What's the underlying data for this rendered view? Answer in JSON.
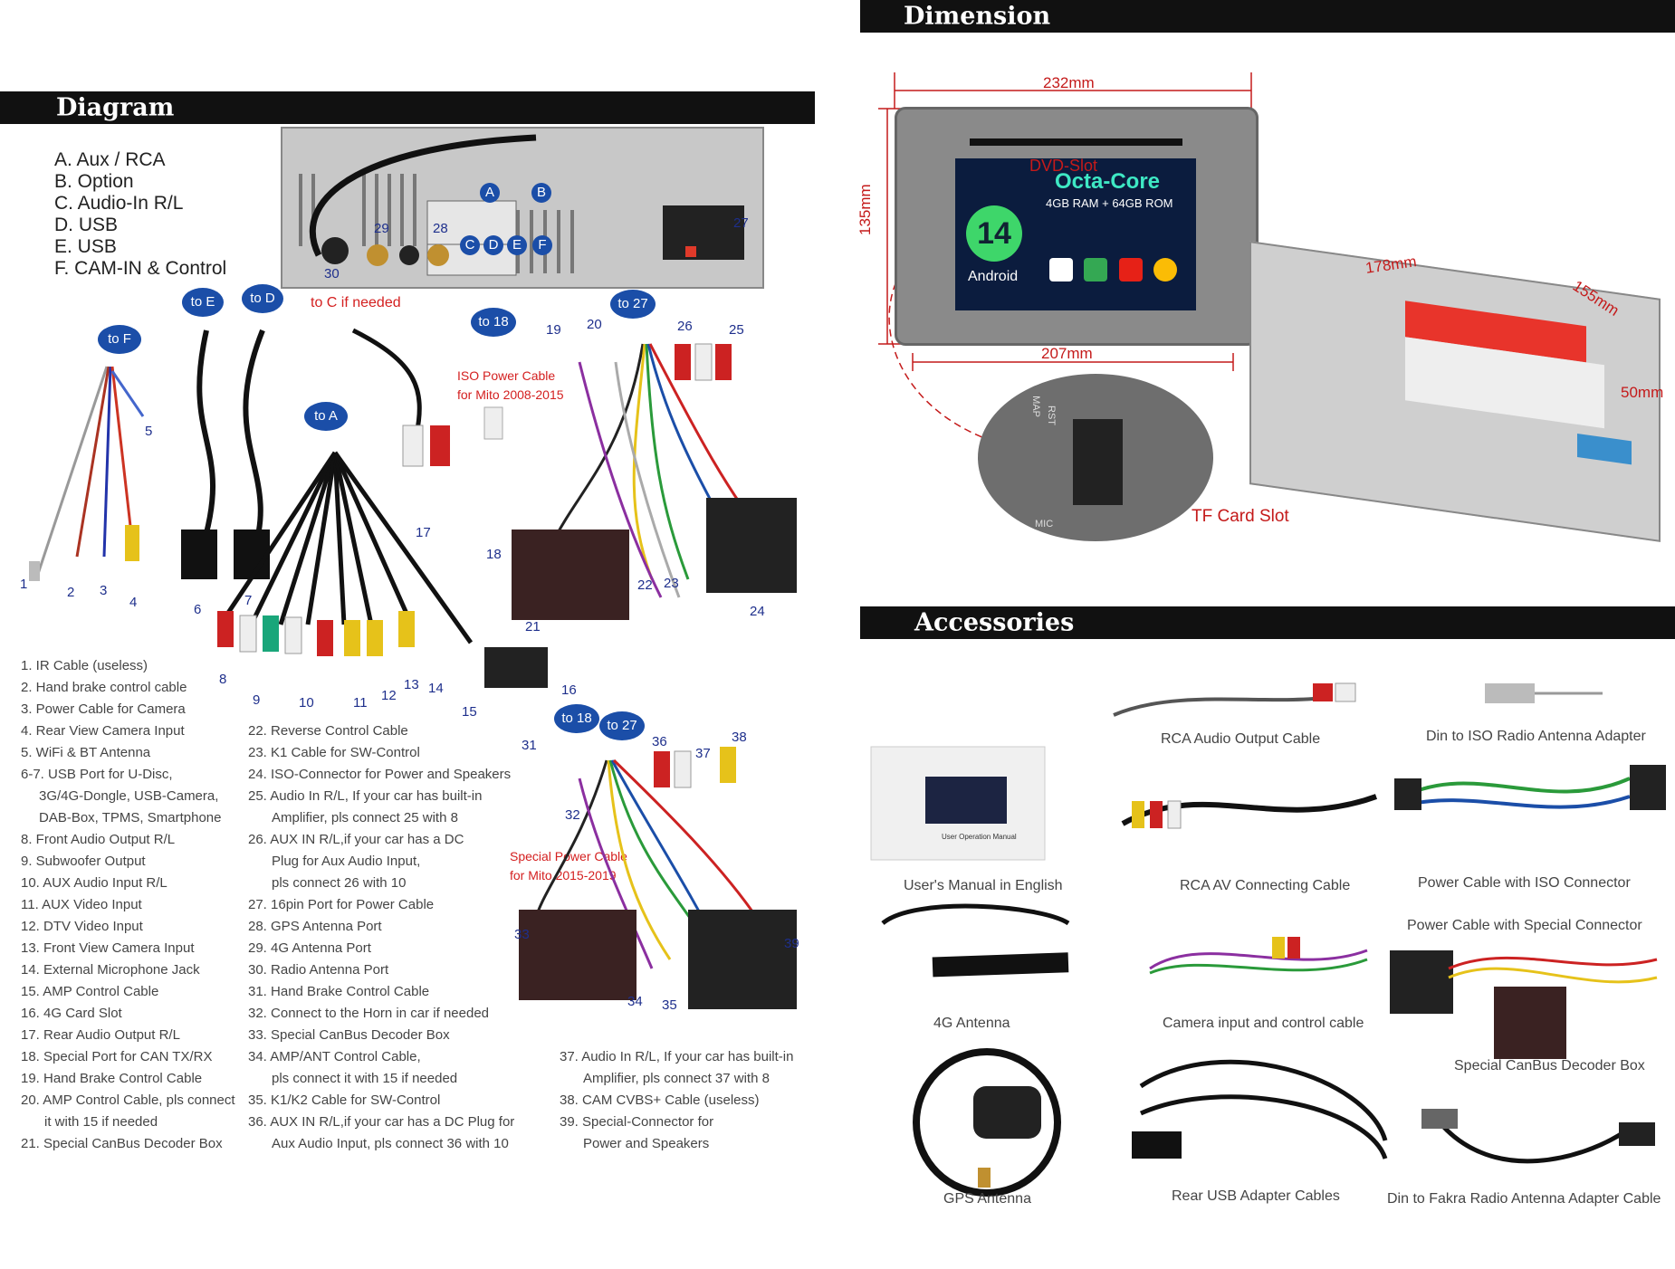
{
  "headers": {
    "diagram": "Diagram",
    "dimension": "Dimension",
    "accessories": "Accessories"
  },
  "port_legend": [
    "A. Aux / RCA",
    "B. Option",
    "C. Audio-In R/L",
    "D. USB",
    "E. USB",
    "F.  CAM-IN & Control"
  ],
  "unit_ports": {
    "A": "A",
    "B": "B",
    "C": "C",
    "D": "D",
    "E": "E",
    "F": "F",
    "p27": "27",
    "p28": "28",
    "p29": "29",
    "p30": "30"
  },
  "bubbles": {
    "toF": "to F",
    "toE": "to E",
    "toD": "to D",
    "toA": "to A",
    "to18a": "to 18",
    "to27a": "to 27",
    "to18b": "to 18",
    "to27b": "to 27"
  },
  "red_notes": {
    "toC": "to C if needed",
    "iso_line1": "ISO Power Cable",
    "iso_line2": "for Mito 2008-2015",
    "special_line1": "Special Power Cable",
    "special_line2": "for Mito 2015-2019"
  },
  "cable_numbers": {
    "n1": "1",
    "n2": "2",
    "n3": "3",
    "n4": "4",
    "n5": "5",
    "n6": "6",
    "n7": "7",
    "n8": "8",
    "n9": "9",
    "n10": "10",
    "n11": "11",
    "n12": "12",
    "n13": "13",
    "n14": "14",
    "n15": "15",
    "n16": "16",
    "n17": "17",
    "n18": "18",
    "n19": "19",
    "n20": "20",
    "n21": "21",
    "n22": "22",
    "n23": "23",
    "n24": "24",
    "n25": "25",
    "n26": "26",
    "n31": "31",
    "n32": "32",
    "n33": "33",
    "n34": "34",
    "n35": "35",
    "n36": "36",
    "n37": "37",
    "n38": "38",
    "n39": "39"
  },
  "list_col1": [
    "1. IR Cable (useless)",
    "2. Hand brake control cable",
    "3. Power Cable for Camera",
    "4. Rear View Camera Input",
    "5. WiFi & BT Antenna",
    "6-7. USB Port for U-Disc,",
    "3G/4G-Dongle, USB-Camera,",
    "DAB-Box, TPMS, Smartphone",
    "8. Front Audio Output R/L",
    "9. Subwoofer Output",
    "10. AUX Audio Input R/L",
    "11. AUX Video Input",
    "12. DTV Video Input",
    "13. Front View Camera Input",
    "14. External Microphone Jack",
    "15. AMP Control Cable",
    "16. 4G Card Slot",
    "17. Rear Audio Output R/L",
    "18. Special Port for CAN TX/RX",
    "19. Hand Brake Control Cable",
    "20. AMP Control Cable, pls connect",
    "it with 15 if needed",
    "21. Special CanBus Decoder Box"
  ],
  "list_col2": [
    "22. Reverse Control Cable",
    "23. K1 Cable for SW-Control",
    "24. ISO-Connector for Power and Speakers",
    "25. Audio In R/L, If your car has built-in",
    "Amplifier, pls connect 25 with 8",
    "26. AUX IN R/L,if your car has a DC",
    "Plug for Aux Audio Input,",
    "pls connect 26 with 10",
    "27. 16pin Port for Power Cable",
    "28. GPS Antenna Port",
    "29. 4G Antenna Port",
    "30. Radio Antenna Port",
    "31. Hand Brake Control Cable",
    "32. Connect to the Horn in car if needed",
    "33. Special CanBus Decoder Box",
    "34. AMP/ANT Control Cable,",
    "pls connect it with 15 if needed",
    "35. K1/K2 Cable for SW-Control",
    "36. AUX IN R/L,if your car has a DC Plug for",
    "Aux Audio Input, pls connect 36 with 10"
  ],
  "list_col3": [
    "37. Audio In R/L, If your car has built-in",
    "Amplifier, pls connect 37 with 8",
    "38. CAM CVBS+ Cable (useless)",
    "39. Special-Connector for",
    "Power and Speakers"
  ],
  "dimension": {
    "w232": "232mm",
    "h135": "135mm",
    "w207": "207mm",
    "d178": "178mm",
    "d155": "155mm",
    "h50": "50mm",
    "dvd_slot": "DVD-Slot",
    "tf_slot": "TF Card Slot",
    "screen_brand": "Octa-Core",
    "screen_spec": "4GB RAM + 64GB ROM",
    "android_ver": "14",
    "android": "Android",
    "mic": "MIC",
    "rst": "RST",
    "map": "MAP"
  },
  "accessories": [
    "RCA Audio Output Cable",
    "Din to ISO Radio Antenna Adapter",
    "User's Manual in English",
    "RCA AV Connecting Cable",
    "Power Cable with ISO Connector",
    "Power Cable with Special Connector",
    "4G Antenna",
    "Camera input and control cable",
    "Special CanBus Decoder Box",
    "GPS Antenna",
    "Rear USB Adapter Cables",
    "Din to Fakra Radio Antenna Adapter Cable"
  ],
  "manual_caption": "User Operation Manual",
  "colors": {
    "header_bg": "#111111",
    "bubble_blue": "#1b4ea8",
    "note_red": "#d42020",
    "number_blue": "#1e2f8c"
  }
}
